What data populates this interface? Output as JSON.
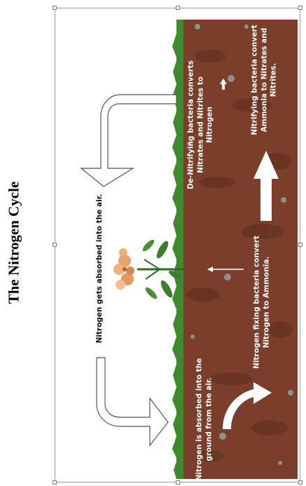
{
  "title": "The Nitrogen Cycle",
  "labels": {
    "absorbed_air": "Nitrogen gets absorbed into the air.",
    "absorbed_ground": "Nitrogen is absorbed into the\nground from the air.",
    "fixing": "Nitrogen fixing bacteria convert\nNitrogen to Ammonia.",
    "nitrifying": "Nitrifying bacteria convert\nAmmonia to Nitrates and\nNitrites.",
    "denitrifying": "De-Nitrifying bacteria converts\nNitrates and Nitrites to\nNitrogen"
  },
  "colors": {
    "soil": "#7a3e2a",
    "soil_dark": "#5e2d1e",
    "grass": "#3f8a2e",
    "petal": "#e8a36c",
    "stem": "#2f6b2a"
  }
}
